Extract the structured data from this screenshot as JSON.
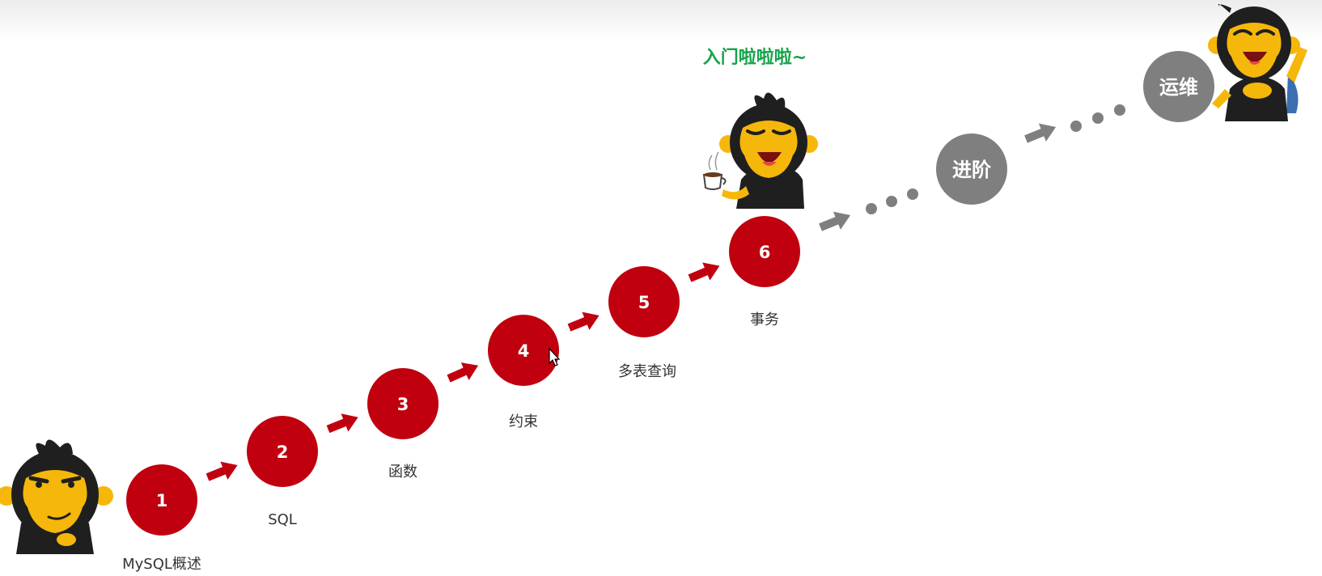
{
  "headline": {
    "text": "入门啦啦啦~",
    "color": "#16a34a"
  },
  "colors": {
    "step": "#c0000e",
    "advanced": "#7f7f7f",
    "monkey_black": "#1f1f1f",
    "monkey_yellow": "#f5b70a"
  },
  "steps": [
    {
      "number": "1",
      "label": "MySQL概述"
    },
    {
      "number": "2",
      "label": "SQL"
    },
    {
      "number": "3",
      "label": "函数"
    },
    {
      "number": "4",
      "label": "约束"
    },
    {
      "number": "5",
      "label": "多表查询"
    },
    {
      "number": "6",
      "label": "事务"
    }
  ],
  "advanced": [
    {
      "label": "进阶"
    },
    {
      "label": "运维"
    }
  ],
  "icons": [
    "arrow-right-icon",
    "ellipsis-dots-icon",
    "cursor-icon",
    "monkey-mascot-icon",
    "coffee-cup-icon"
  ]
}
